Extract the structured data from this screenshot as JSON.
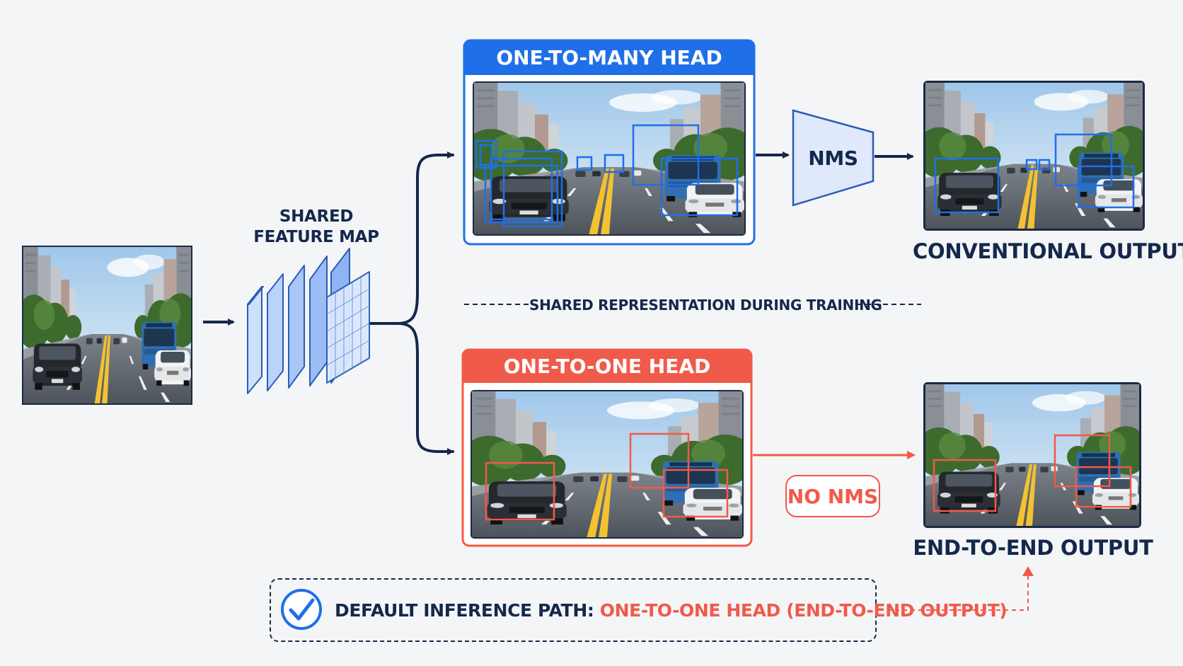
{
  "feature_map": {
    "label_line1": "SHARED",
    "label_line2": "FEATURE MAP"
  },
  "one_to_many": {
    "title": "ONE-TO-MANY HEAD",
    "color": "#1f6fe8"
  },
  "one_to_one": {
    "title": "ONE-TO-ONE HEAD",
    "color": "#f05a4a"
  },
  "nms": {
    "label": "NMS"
  },
  "no_nms": {
    "label": "NO NMS"
  },
  "shared_training": {
    "label": "SHARED REPRESENTATION DURING TRAINING"
  },
  "outputs": {
    "conventional": "CONVENTIONAL OUTPUT",
    "end_to_end": "END-TO-END OUTPUT"
  },
  "legend": {
    "prefix": "DEFAULT INFERENCE PATH:",
    "highlight": "ONE-TO-ONE HEAD (END-TO-END OUTPUT)"
  },
  "colors": {
    "navy": "#14284b",
    "blue": "#1f6fe8",
    "red": "#f05a4a",
    "background": "#f4f5f7"
  }
}
